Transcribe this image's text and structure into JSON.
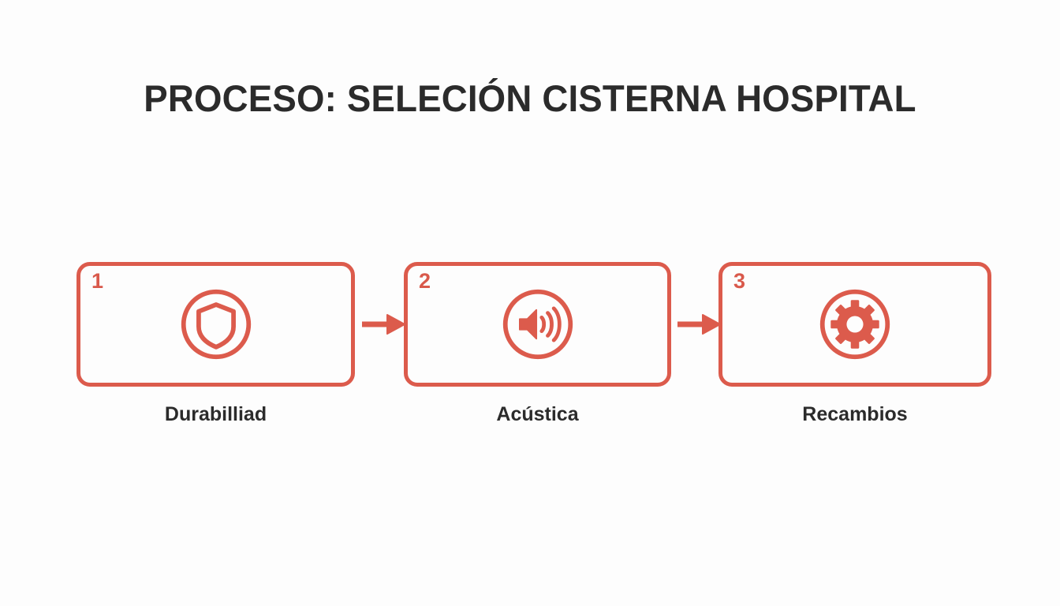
{
  "slide": {
    "background_color": "#fdfdfd",
    "accent_color": "#dc5b4c",
    "text_color": "#2b2b2b",
    "title": "PROCESO: SELECIÓN CISTERNA HOSPITAL"
  },
  "steps": [
    {
      "number": "1",
      "label": "Durabilliad",
      "icon": "shield-icon"
    },
    {
      "number": "2",
      "label": "Acústica",
      "icon": "speaker-volume-icon"
    },
    {
      "number": "3",
      "label": "Recambios",
      "icon": "gear-icon"
    }
  ],
  "connectors": [
    {
      "name": "arrow-right-icon"
    },
    {
      "name": "arrow-right-icon"
    }
  ]
}
